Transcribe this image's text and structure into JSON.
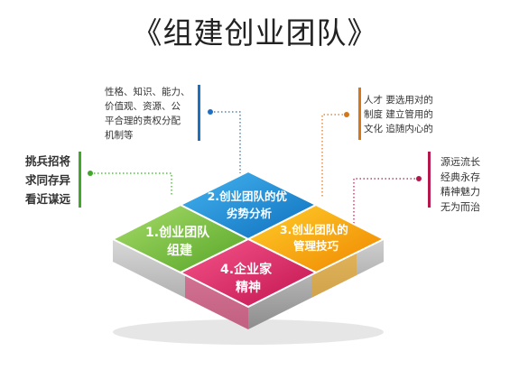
{
  "title": "《组建创业团队》",
  "segments": [
    {
      "lines": [
        "1.创业团队",
        "组建"
      ],
      "color": "#7ac143"
    },
    {
      "lines": [
        "2.创业团队的优",
        "劣势分析"
      ],
      "color": "#1d8fd6"
    },
    {
      "lines": [
        "3.创业团队的",
        "管理技巧"
      ],
      "color": "#f5a300"
    },
    {
      "lines": [
        "4.企业家",
        "精神"
      ],
      "color": "#e0306a"
    }
  ],
  "notes": {
    "left": [
      "挑兵招将",
      "求同存异",
      "看近谋远"
    ],
    "top": [
      "性格、知识、能力、",
      "价值观、资源、公",
      "平合理的责权分配",
      "机制等"
    ],
    "top_right": [
      "人才  要选用对的",
      "制度  建立管用的",
      "文化  追随内心的"
    ],
    "right": [
      "源远流长",
      "经典永存",
      "精神魅力",
      "无为而治"
    ]
  },
  "colors": {
    "green": "#7ac143",
    "blue": "#1d8fd6",
    "orange": "#f5a300",
    "pink": "#e0306a",
    "bar_left": "#41a62a",
    "bar_top": "#1f6fc0",
    "bar_top_right": "#d4761a",
    "bar_right": "#b5174f"
  }
}
